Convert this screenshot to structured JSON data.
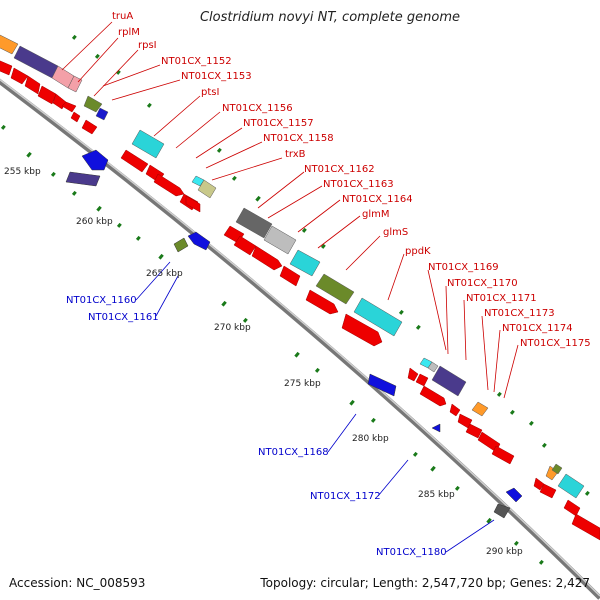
{
  "header": {
    "title": "Clostridium novyi NT, complete genome"
  },
  "footer": {
    "accession": "Accession: NC_008593",
    "topology": "Topology: circular; Length: 2,547,720 bp; Genes: 2,427"
  },
  "colors": {
    "backbone": "#8a8a8a",
    "forward_label": "#cc0000",
    "reverse_label": "#0000cc",
    "tick": "#1a7a1a"
  },
  "kbp_labels": [
    "255 kbp",
    "260 kbp",
    "265 kbp",
    "270 kbp",
    "275 kbp",
    "280 kbp",
    "285 kbp",
    "290 kbp"
  ],
  "forward_gene_labels": [
    "truA",
    "rplM",
    "rpsI",
    "NT01CX_1152",
    "NT01CX_1153",
    "ptsI",
    "NT01CX_1156",
    "NT01CX_1157",
    "NT01CX_1158",
    "trxB",
    "NT01CX_1162",
    "NT01CX_1163",
    "NT01CX_1164",
    "glmM",
    "glmS",
    "ppdK",
    "NT01CX_1169",
    "NT01CX_1170",
    "NT01CX_1171",
    "NT01CX_1173",
    "NT01CX_1174",
    "NT01CX_1175"
  ],
  "reverse_gene_labels": [
    "NT01CX_1160",
    "NT01CX_1161",
    "NT01CX_1168",
    "NT01CX_1172",
    "NT01CX_1180"
  ]
}
